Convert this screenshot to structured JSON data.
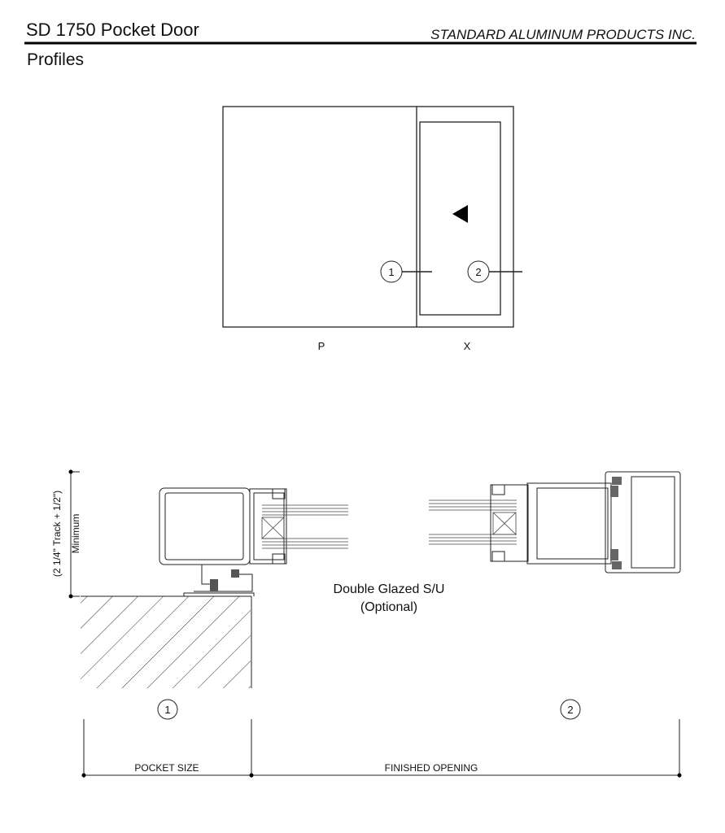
{
  "header": {
    "title": "SD 1750 Pocket Door",
    "company": "STANDARD ALUMINUM PRODUCTS INC.",
    "subtitle": "Profiles"
  },
  "elevation": {
    "callouts": [
      "1",
      "2"
    ],
    "panel_labels": [
      "P",
      "X"
    ],
    "direction_icon": "arrow-left-triangle"
  },
  "section": {
    "dimension_text": "(2 1/4\" Track + 1/2\")",
    "dimension_sub": "Minimum",
    "glazing_label": "Double Glazed S/U",
    "glazing_sub": "(Optional)",
    "callouts": [
      "1",
      "2"
    ],
    "pocket_label": "POCKET SIZE",
    "opening_label": "FINISHED OPENING"
  }
}
